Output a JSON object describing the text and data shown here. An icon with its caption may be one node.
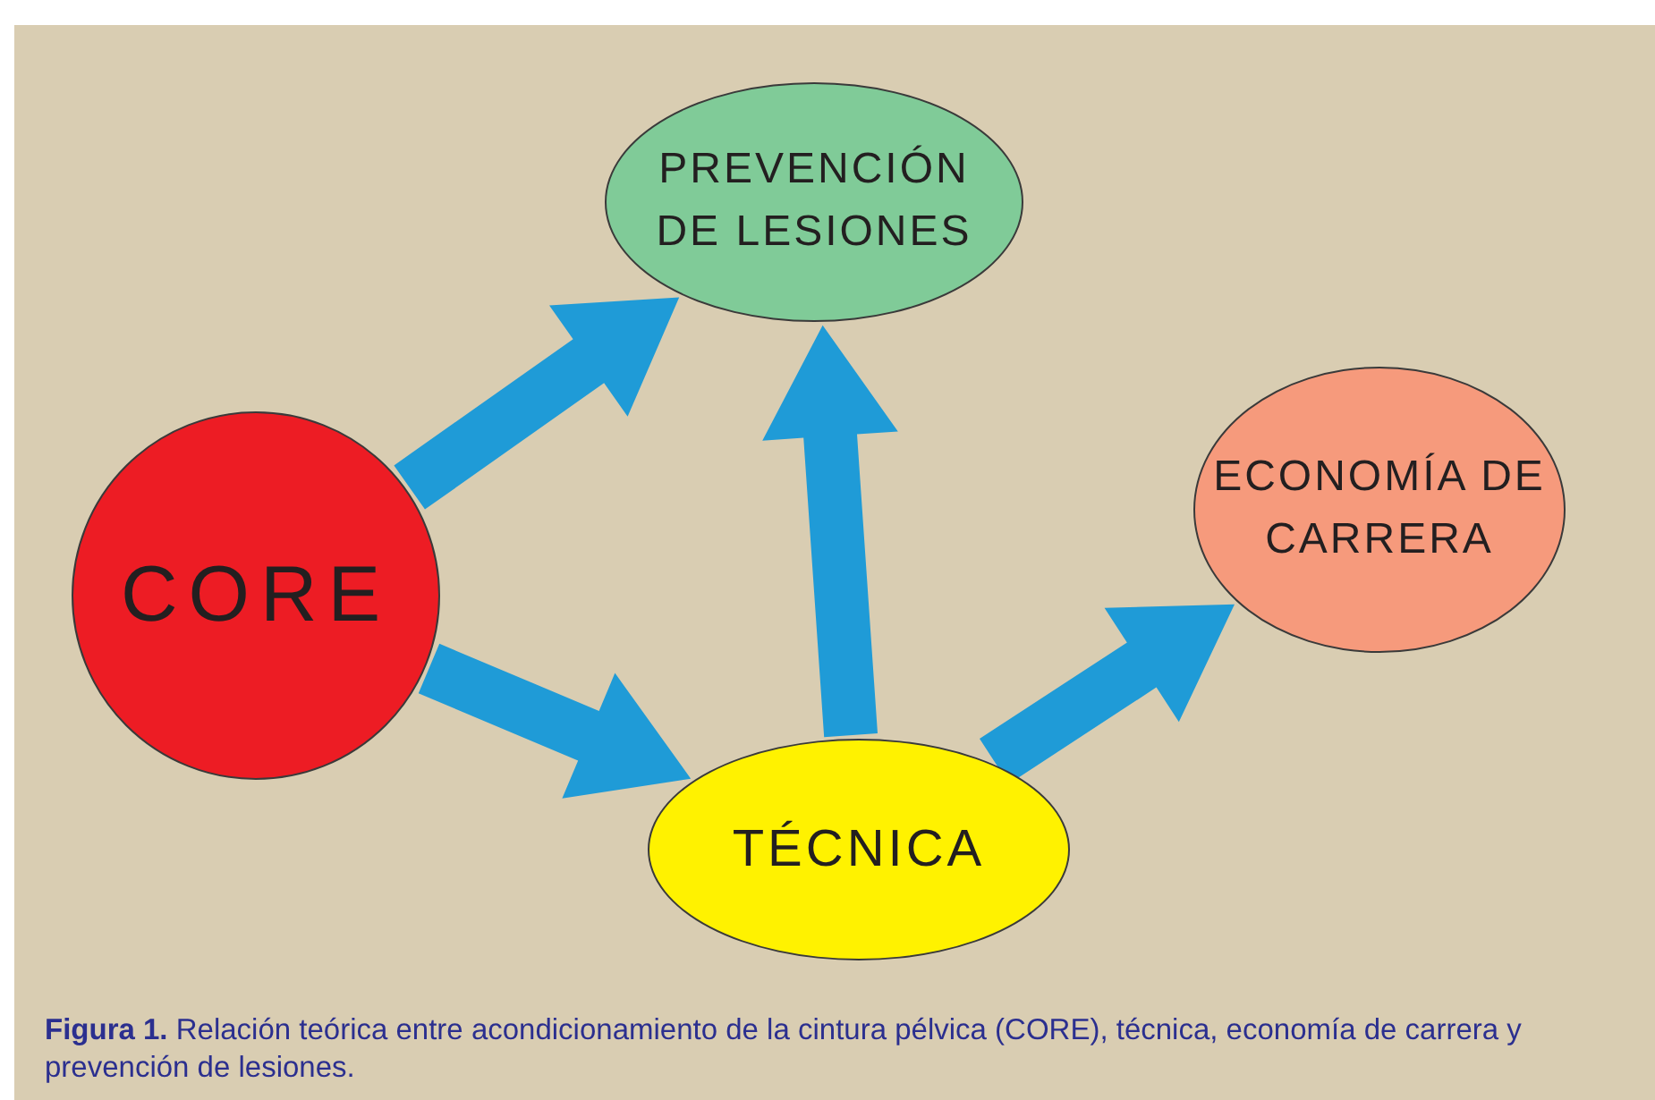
{
  "diagram": {
    "caption": "**Figura 1.** Relación teórica entre acondicionamiento de la cintura pélvica (CORE), técnica, economía de carrera y prevención de lesiones.",
    "nodes": [
      {
        "text": [
          "PREVENCIÓN DE LESIONES"
        ]
      },
      {
        "text": [
          "CORE"
        ]
      },
      {
        "text": [
          "ECONOMÍA DE CARRERA"
        ]
      },
      {
        "text": [
          "TÉCNICA"
        ]
      }
    ],
    "edges": [
      {
        "from": 1,
        "to": 0,
        "arrow": "to"
      },
      {
        "from": 1,
        "to": 3,
        "arrow": "to"
      },
      {
        "from": 3,
        "to": 0,
        "arrow": "to"
      },
      {
        "from": 3,
        "to": 2,
        "arrow": "to"
      }
    ]
  }
}
